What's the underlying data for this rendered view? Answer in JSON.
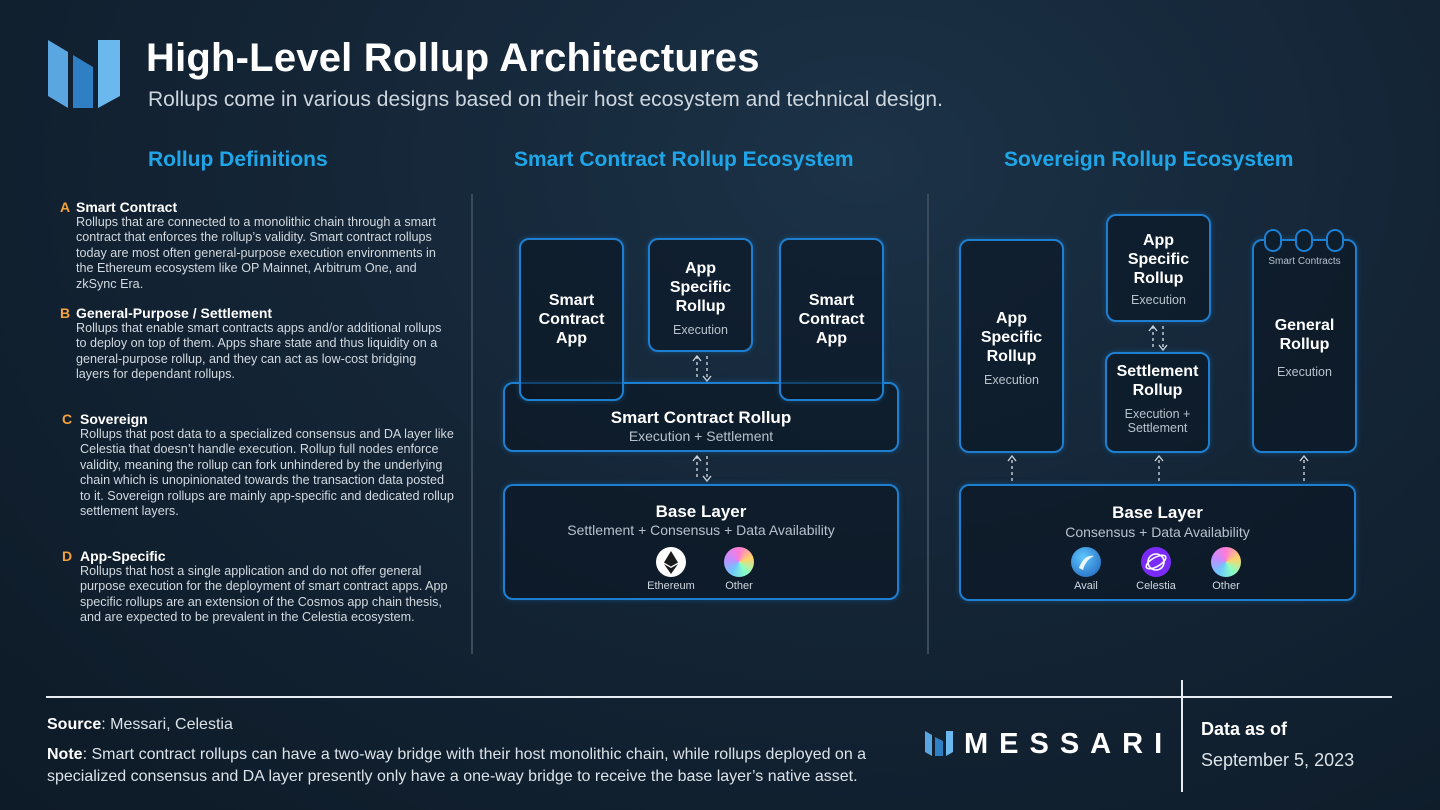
{
  "header": {
    "title": "High-Level Rollup Architectures",
    "subtitle": "Rollups come in various designs based on their host ecosystem and technical design."
  },
  "columns": {
    "definitions": "Rollup Definitions",
    "smart_contract": "Smart Contract Rollup Ecosystem",
    "sovereign": "Sovereign Rollup Ecosystem"
  },
  "definitions": [
    {
      "letter": "A",
      "title": "Smart Contract",
      "text": "Rollups that are connected to a monolithic chain through a smart contract that enforces the rollup’s validity. Smart contract rollups today are most often general-purpose execution environments in the Ethereum ecosystem like OP Mainnet, Arbitrum One, and zkSync Era."
    },
    {
      "letter": "B",
      "title": "General-Purpose / Settlement",
      "text": "Rollups that enable smart contracts apps and/or additional rollups to deploy on top of them. Apps share state and thus liquidity on a general-purpose rollup, and they can act as low-cost bridging layers for dependant rollups."
    },
    {
      "letter": "C",
      "title": "Sovereign",
      "text": "Rollups that post data to a specialized consensus and DA layer like Celestia that doesn’t handle execution. Rollup full nodes enforce validity, meaning the rollup can fork unhindered by the underlying chain which is unopinionated towards the transaction data posted to it. Sovereign rollups are mainly app-specific and dedicated rollup settlement layers."
    },
    {
      "letter": "D",
      "title": "App-Specific",
      "text": "Rollups that host a single application and do not offer general purpose execution for the deployment of smart contract apps. App specific rollups are an extension of the Cosmos app chain thesis, and are expected to be prevalent in the Celestia ecosystem."
    }
  ],
  "sc_diagram": {
    "app_left": "Smart Contract App",
    "app_right": "Smart Contract App",
    "app_specific": {
      "title": "App Specific Rollup",
      "sub": "Execution"
    },
    "rollup": {
      "title": "Smart Contract Rollup",
      "sub": "Execution + Settlement"
    },
    "base": {
      "title": "Base Layer",
      "sub": "Settlement + Consensus + Data Availability"
    },
    "chains": [
      {
        "name": "Ethereum",
        "icon": "ethereum-icon"
      },
      {
        "name": "Other",
        "icon": "other-chain-icon"
      }
    ]
  },
  "sov_diagram": {
    "app_left": {
      "title": "App Specific Rollup",
      "sub": "Execution"
    },
    "app_top": {
      "title": "App Specific Rollup",
      "sub": "Execution"
    },
    "settlement": {
      "title": "Settlement Rollup",
      "sub": "Execution + Settlement"
    },
    "general": {
      "title": "General Rollup",
      "sub": "Execution",
      "tag": "Smart Contracts"
    },
    "base": {
      "title": "Base Layer",
      "sub": "Consensus + Data Availability"
    },
    "chains": [
      {
        "name": "Avail",
        "icon": "avail-icon"
      },
      {
        "name": "Celestia",
        "icon": "celestia-icon"
      },
      {
        "name": "Other",
        "icon": "other-chain-icon"
      }
    ]
  },
  "footer": {
    "source_label": "Source",
    "source_text": ": Messari, Celestia",
    "note_label": "Note",
    "note_text": ": Smart contract rollups can have a two-way bridge with their host monolithic chain, while rollups deployed on a specialized consensus and DA layer presently only have a one-way bridge to receive the base layer’s native asset.",
    "brand": "MESSARI",
    "data_as_of": "Data as of",
    "date": "September 5, 2023"
  },
  "colors": {
    "accent": "#1fa6e8",
    "letter": "#f5a23a",
    "box_border": "#1e7fd1"
  }
}
